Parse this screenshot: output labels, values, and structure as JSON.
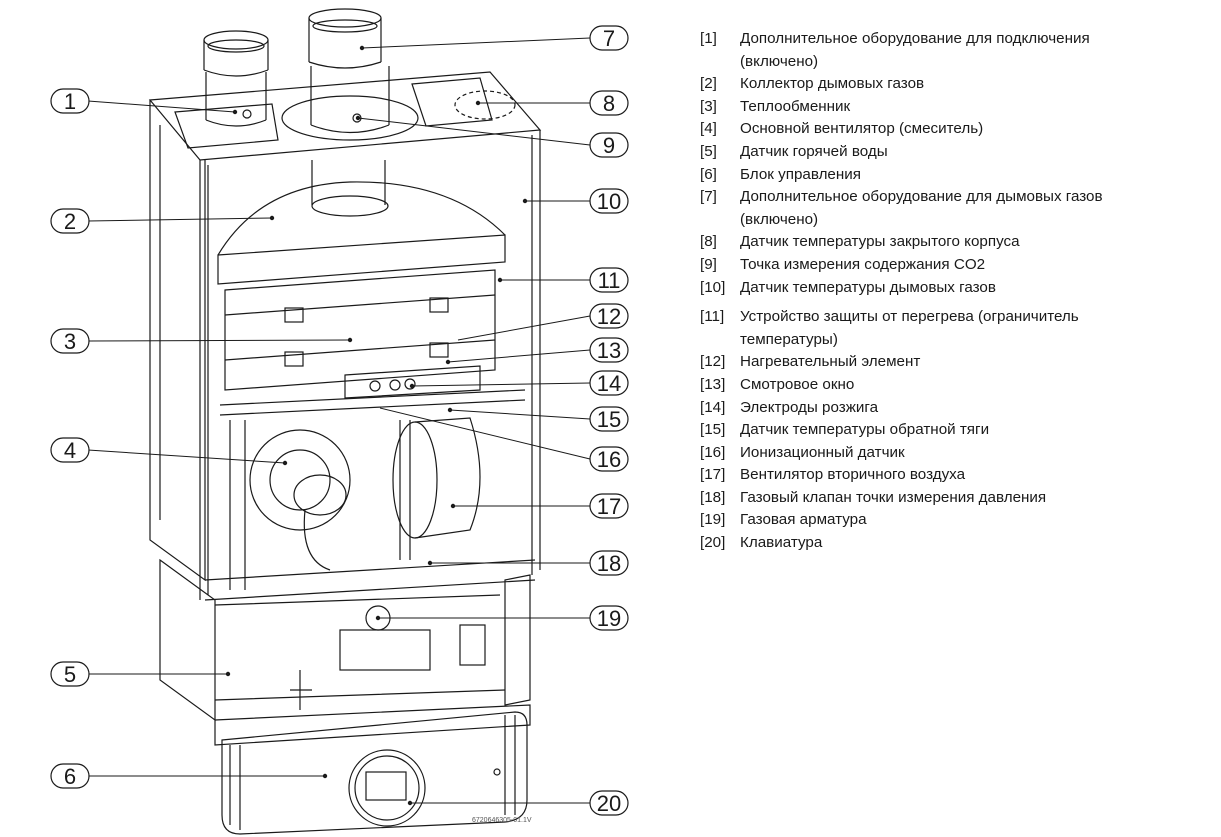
{
  "diagram": {
    "title": "Boiler internal components",
    "document_code": "6720646305-01.1V",
    "callouts": [
      {
        "number": "1",
        "side": "left"
      },
      {
        "number": "2",
        "side": "left"
      },
      {
        "number": "3",
        "side": "left"
      },
      {
        "number": "4",
        "side": "left"
      },
      {
        "number": "5",
        "side": "left"
      },
      {
        "number": "6",
        "side": "left"
      },
      {
        "number": "7",
        "side": "right"
      },
      {
        "number": "8",
        "side": "right"
      },
      {
        "number": "9",
        "side": "right"
      },
      {
        "number": "10",
        "side": "right"
      },
      {
        "number": "11",
        "side": "right"
      },
      {
        "number": "12",
        "side": "right"
      },
      {
        "number": "13",
        "side": "right"
      },
      {
        "number": "14",
        "side": "right"
      },
      {
        "number": "15",
        "side": "right"
      },
      {
        "number": "16",
        "side": "right"
      },
      {
        "number": "17",
        "side": "right"
      },
      {
        "number": "18",
        "side": "right"
      },
      {
        "number": "19",
        "side": "right"
      },
      {
        "number": "20",
        "side": "right"
      }
    ]
  },
  "legend": {
    "items": [
      {
        "num": "[1]",
        "text": "Дополнительное оборудование для подключения (включено)"
      },
      {
        "num": "[2]",
        "text": "Коллектор дымовых газов"
      },
      {
        "num": "[3]",
        "text": "Теплообменник"
      },
      {
        "num": "[4]",
        "text": "Основной вентилятор (смеситель)"
      },
      {
        "num": "[5]",
        "text": "Датчик горячей воды"
      },
      {
        "num": "[6]",
        "text": "Блок управления"
      },
      {
        "num": "[7]",
        "text": "Дополнительное оборудование для дымовых газов (включено)"
      },
      {
        "num": "[8]",
        "text": "Датчик температуры закрытого корпуса"
      },
      {
        "num": "[9]",
        "text": "Точка измерения содержания CO2"
      },
      {
        "num": "[10]",
        "text": "Датчик температуры дымовых газов"
      },
      {
        "num": "[11]",
        "text": "Устройство защиты от перегрева (ограничитель температуры)"
      },
      {
        "num": "[12]",
        "text": "Нагревательный элемент"
      },
      {
        "num": "[13]",
        "text": "Смотровое окно"
      },
      {
        "num": "[14]",
        "text": "Электроды розжига"
      },
      {
        "num": "[15]",
        "text": "Датчик температуры обратной тяги"
      },
      {
        "num": "[16]",
        "text": "Ионизационный датчик"
      },
      {
        "num": "[17]",
        "text": "Вентилятор вторичного воздуха"
      },
      {
        "num": "[18]",
        "text": "Газовый клапан точки измерения давления"
      },
      {
        "num": "[19]",
        "text": "Газовая арматура"
      },
      {
        "num": "[20]",
        "text": "Клавиатура"
      }
    ]
  }
}
